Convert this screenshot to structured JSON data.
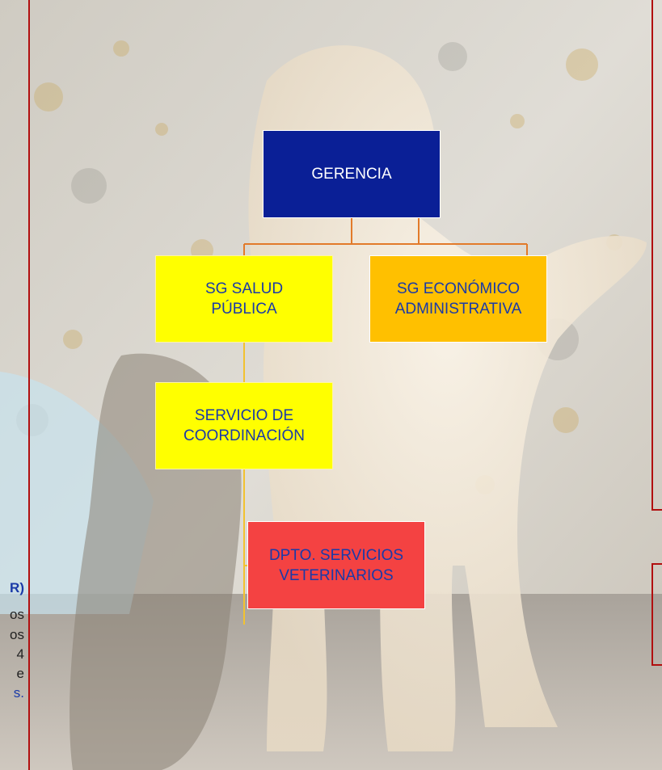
{
  "nodes": {
    "gerencia": "GERENCIA",
    "sg_salud": [
      "SG SALUD",
      "PÚBLICA"
    ],
    "sg_economico": [
      "SG ECONÓMICO",
      "ADMINISTRATIVA"
    ],
    "servicio_coordinacion": [
      "SERVICIO DE",
      "COORDINACIÓN"
    ],
    "dpto_veterinarios": [
      "DPTO. SERVICIOS",
      "VETERINARIOS"
    ]
  },
  "left_fragments": {
    "bracket": "R)",
    "lines": [
      "os",
      "os",
      "4",
      "e",
      "s."
    ]
  },
  "colors": {
    "gerencia": "#0a1f96",
    "sg_salud": "#ffff00",
    "sg_economico": "#ffc000",
    "servicio_coordinacion": "#ffff00",
    "dpto_veterinarios": "#f44242",
    "frame": "#b10f0f",
    "connector_orange": "#e27a2a",
    "connector_yellow": "#f2c230"
  }
}
